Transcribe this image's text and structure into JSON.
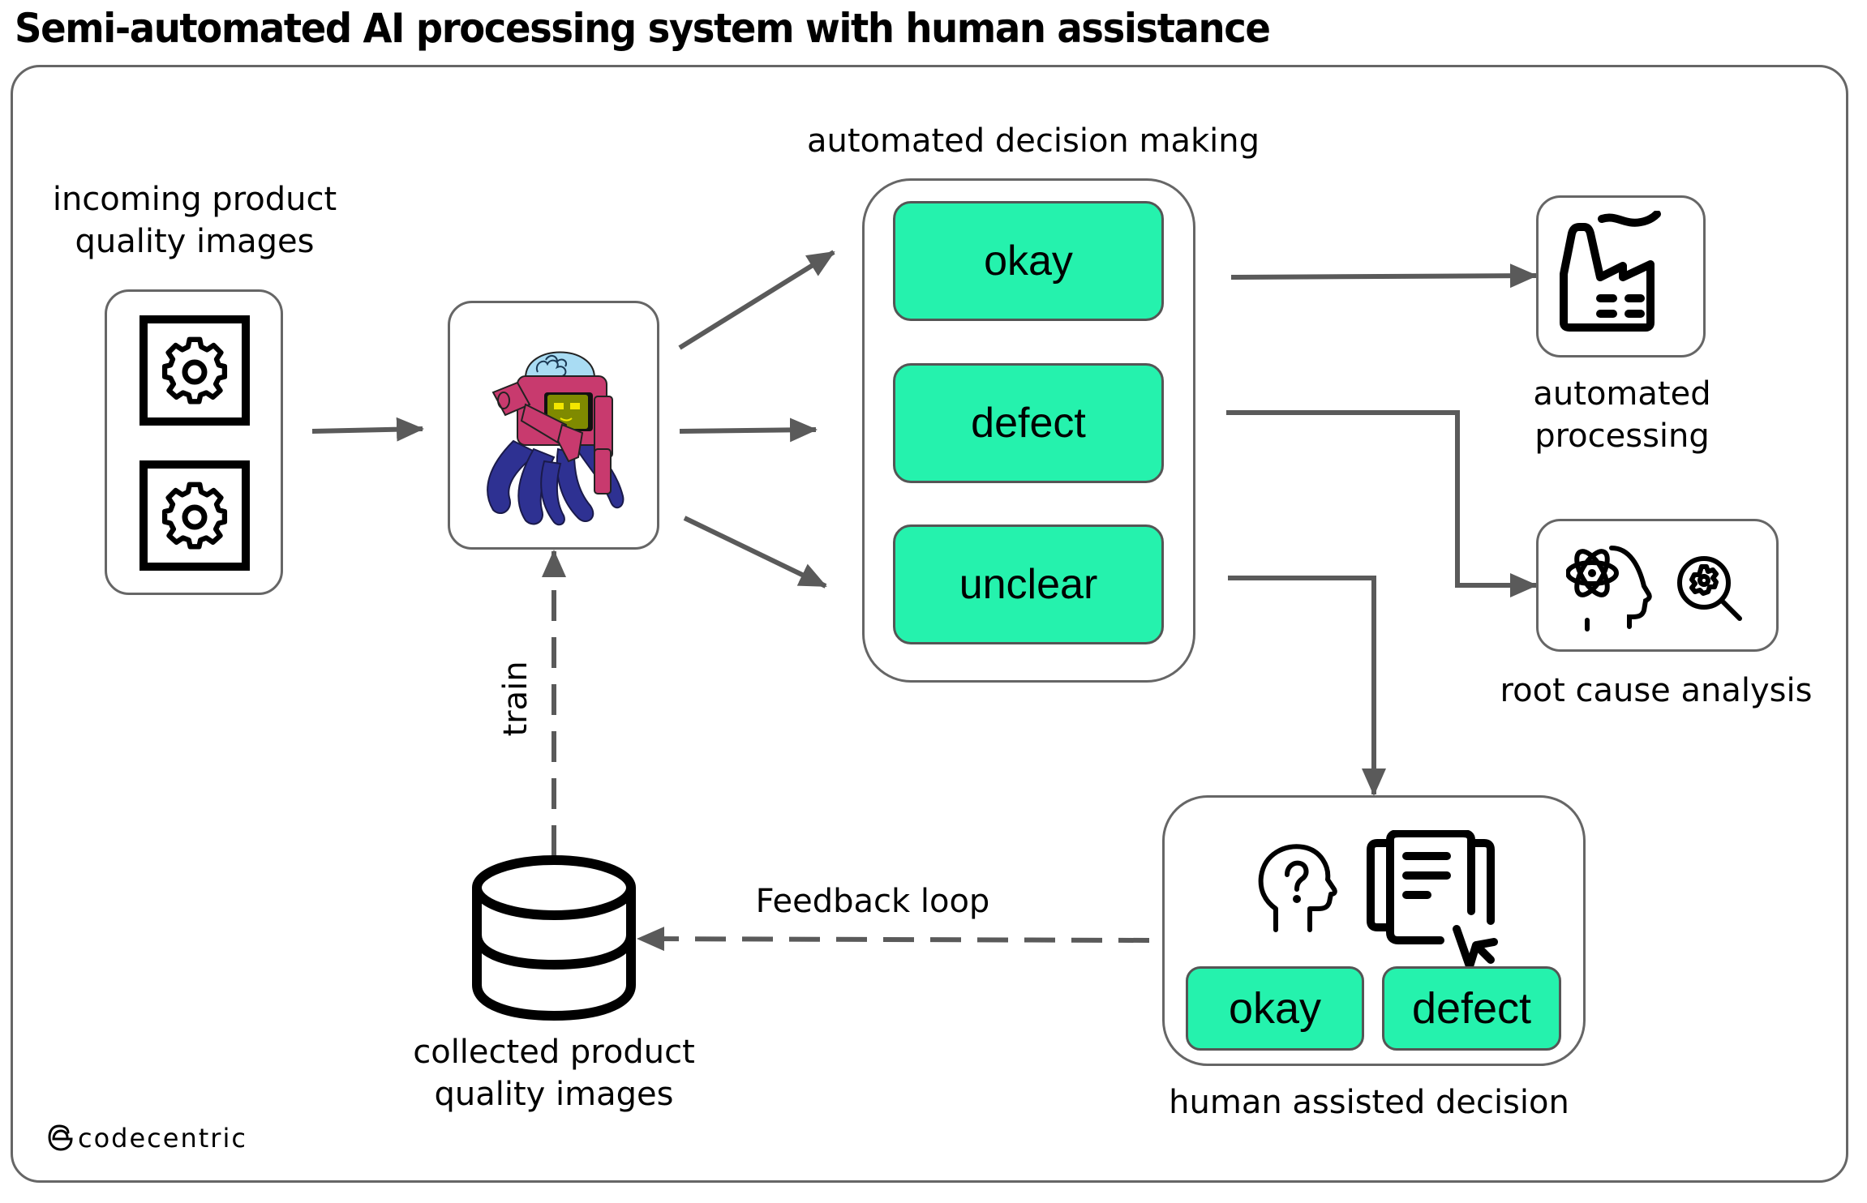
{
  "title": "Semi-automated AI processing system with human assistance",
  "colors": {
    "accent": "#25f2ad",
    "stroke": "#5a5a5a",
    "frame": "#666666",
    "icon": "#000000",
    "robot_body": "#c83a6e",
    "robot_tentacles": "#2e3192",
    "robot_dome": "#a9dcf3",
    "robot_screen": "#7f8a00",
    "robot_eyes": "#f2e600"
  },
  "nodes": {
    "incoming": {
      "label_line1": "incoming product",
      "label_line2": "quality images",
      "icons": [
        "gear-image-icon",
        "gear-image-icon"
      ]
    },
    "model": {
      "icon": "robot-octopus-mascot-icon"
    },
    "decision": {
      "label": "automated decision making",
      "options": [
        {
          "label": "okay"
        },
        {
          "label": "defect"
        },
        {
          "label": "unclear"
        }
      ]
    },
    "automated_processing": {
      "label_line1": "automated",
      "label_line2": "processing",
      "icon": "factory-icon"
    },
    "root_cause": {
      "label": "root cause analysis",
      "icons": [
        "science-head-icon",
        "gear-search-icon"
      ]
    },
    "human": {
      "label": "human assisted decision",
      "icons": [
        "head-question-icon",
        "document-cursor-icon"
      ],
      "options": [
        {
          "label": "okay"
        },
        {
          "label": "defect"
        }
      ]
    },
    "collected": {
      "label_line1": "collected product",
      "label_line2": "quality images",
      "icon": "database-icon"
    }
  },
  "edges": {
    "feedback_label": "Feedback loop",
    "train_label": "train"
  },
  "branding": {
    "logo_text": "codecentric",
    "logo_icon": "codecentric-mark-icon"
  }
}
